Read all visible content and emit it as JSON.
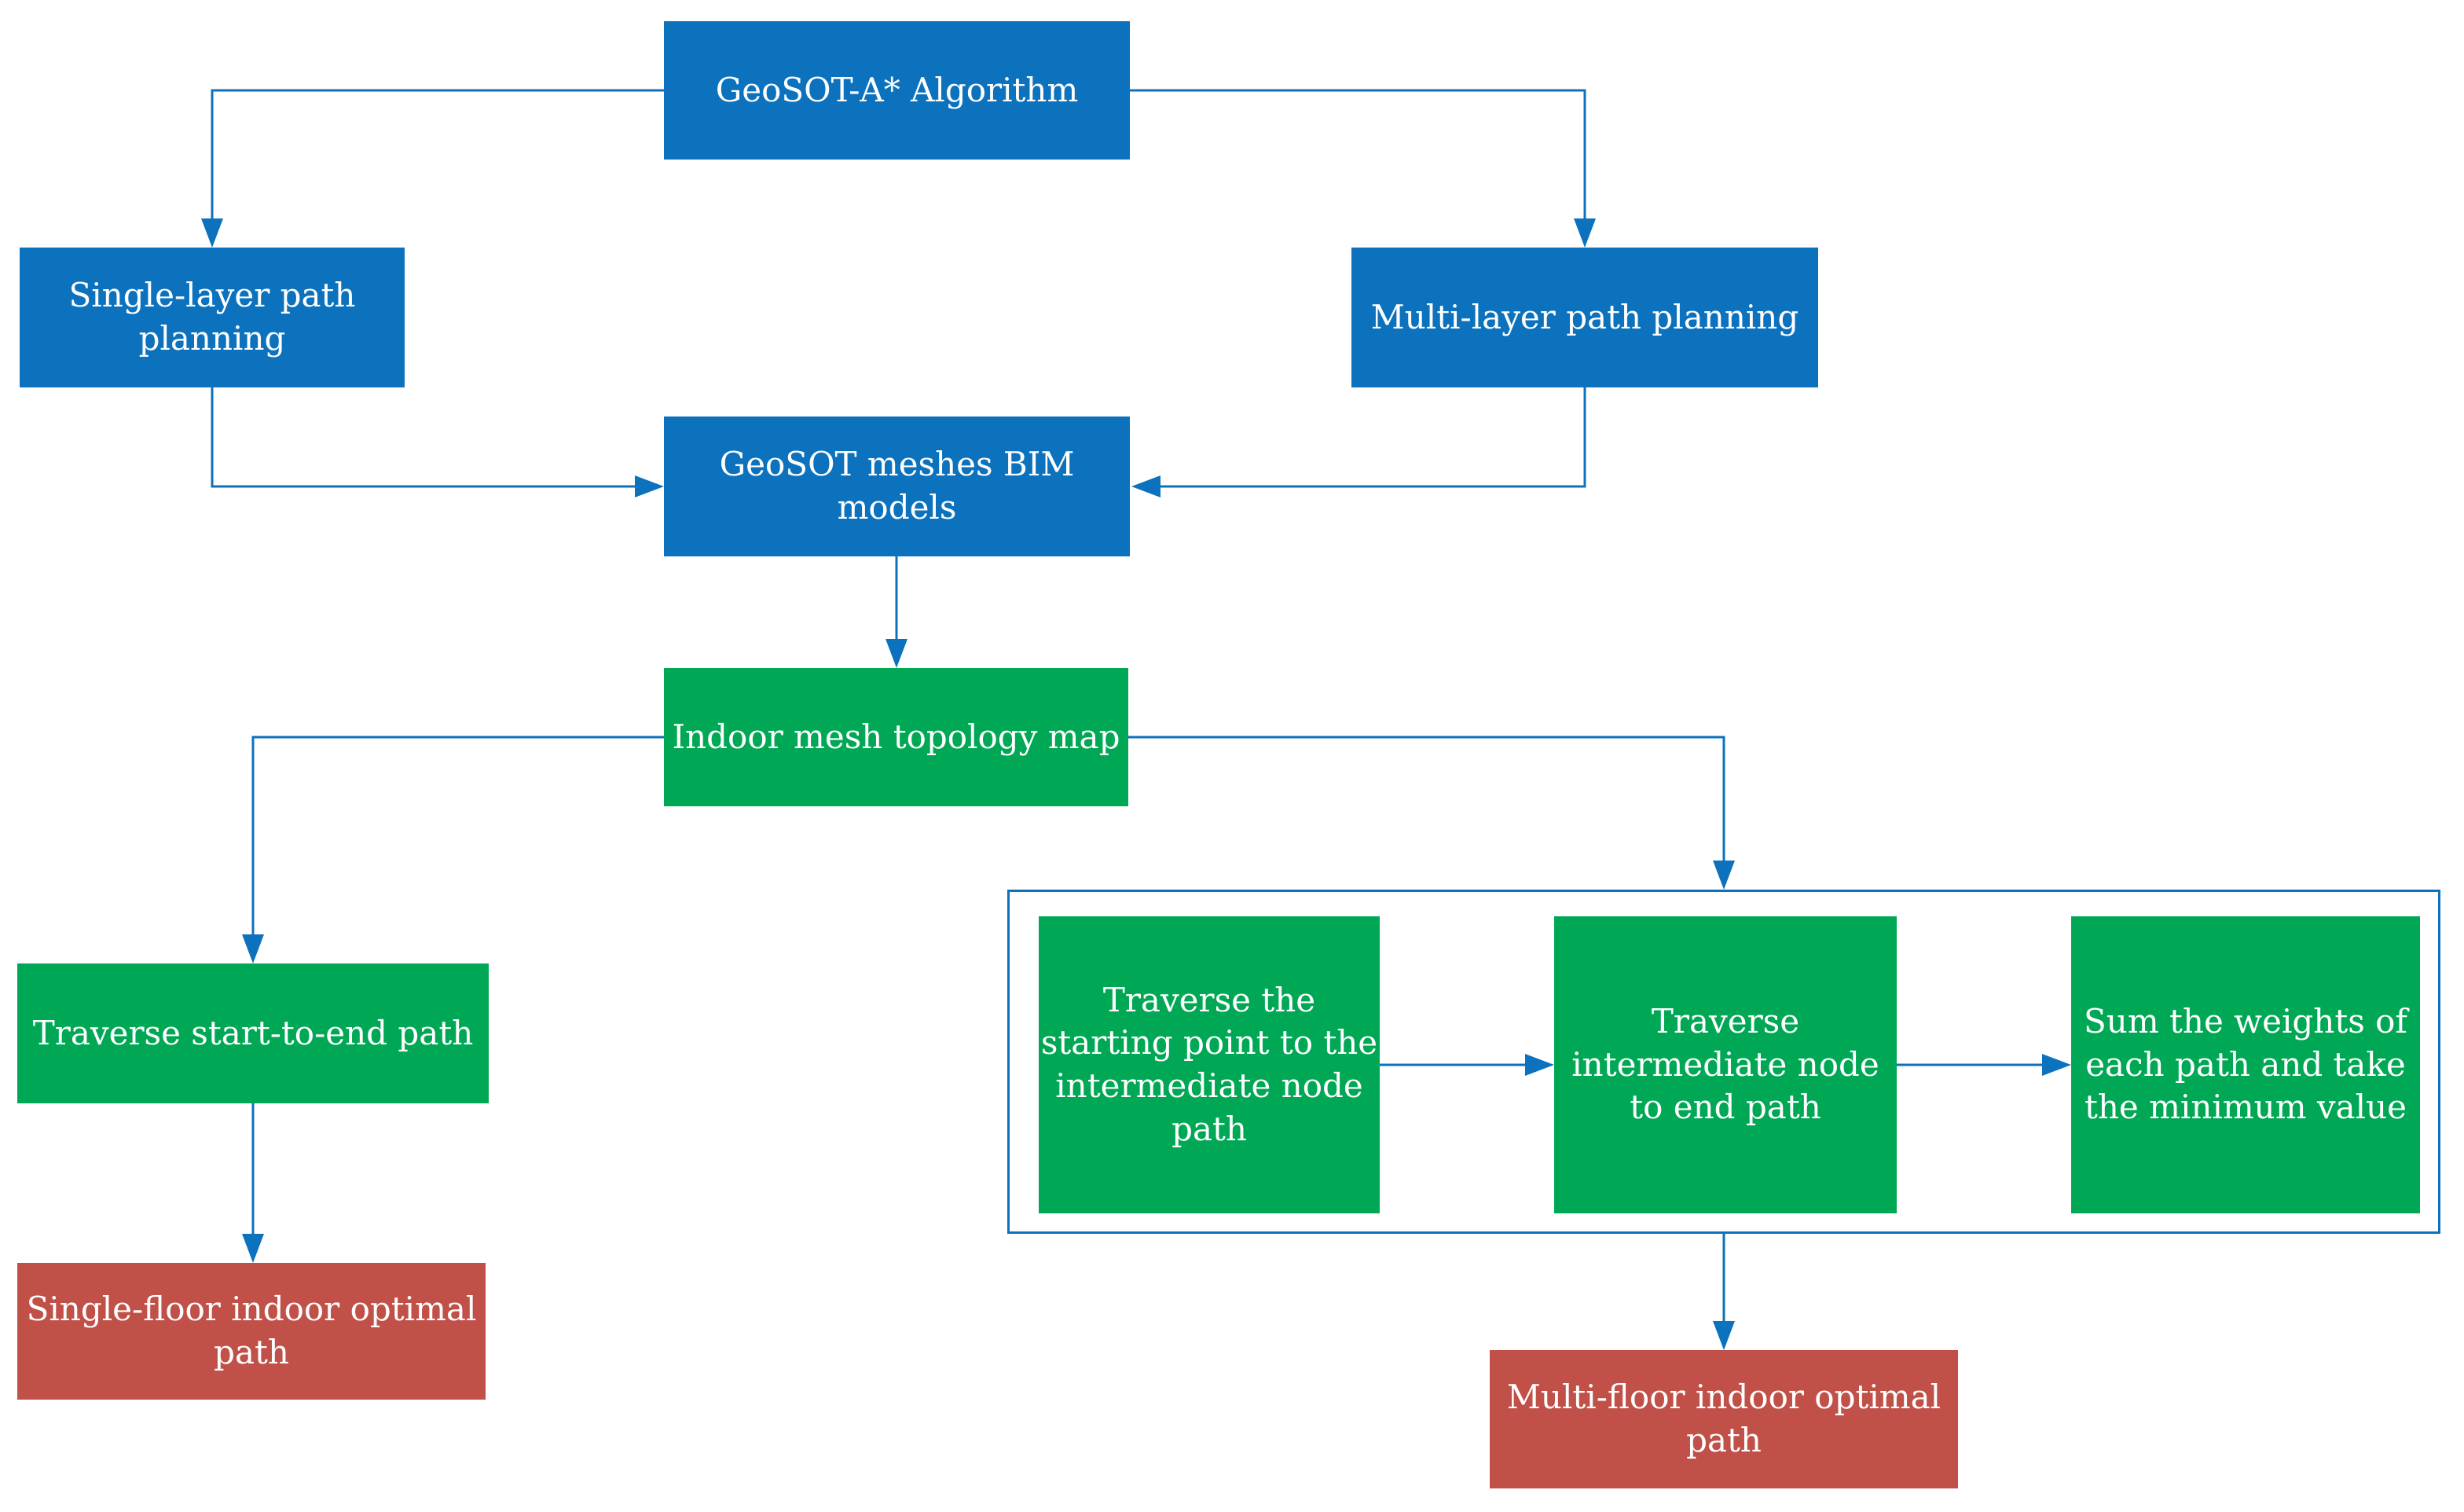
{
  "diagram": {
    "colors": {
      "node_blue": "#0c72bd",
      "node_green": "#00a855",
      "node_red": "#c05048",
      "connector_blue": "#0c72bd",
      "text_white": "#ffffff",
      "background": "#ffffff"
    },
    "nodes": {
      "algorithm": {
        "lines": [
          "GeoSOT-A* Algorithm"
        ]
      },
      "single_layer": {
        "lines": [
          "Single-layer path",
          "planning"
        ]
      },
      "multi_layer": {
        "lines": [
          "Multi-layer path planning"
        ]
      },
      "bim_models": {
        "lines": [
          "GeoSOT meshes BIM",
          "models"
        ]
      },
      "topology_map": {
        "lines": [
          "Indoor mesh topology map"
        ]
      },
      "traverse_start_end": {
        "lines": [
          "Traverse start-to-end path"
        ]
      },
      "single_floor": {
        "lines": [
          "Single-floor indoor optimal",
          "path"
        ]
      },
      "traverse_start_intermediate": {
        "lines": [
          "Traverse the",
          "starting point to the",
          "intermediate node",
          "path"
        ]
      },
      "traverse_intermediate_end": {
        "lines": [
          "Traverse",
          "intermediate node",
          "to end path"
        ]
      },
      "sum_weights": {
        "lines": [
          "Sum the weights of",
          "each path and take",
          "the minimum value"
        ]
      },
      "multi_floor": {
        "lines": [
          "Multi-floor indoor optimal",
          "path"
        ]
      }
    },
    "edges": [
      {
        "from": "geosot-a-star-algorithm",
        "to": "single-layer-path-planning"
      },
      {
        "from": "geosot-a-star-algorithm",
        "to": "multi-layer-path-planning"
      },
      {
        "from": "single-layer-path-planning",
        "to": "geosot-meshes-bim-models"
      },
      {
        "from": "multi-layer-path-planning",
        "to": "geosot-meshes-bim-models"
      },
      {
        "from": "geosot-meshes-bim-models",
        "to": "indoor-mesh-topology-map"
      },
      {
        "from": "indoor-mesh-topology-map",
        "to": "traverse-start-to-end-path"
      },
      {
        "from": "indoor-mesh-topology-map",
        "to": "multi-layer-group"
      },
      {
        "from": "traverse-start-to-end-path",
        "to": "single-floor-indoor-optimal-path"
      },
      {
        "from": "traverse-starting-point-to-intermediate-node-path",
        "to": "traverse-intermediate-node-to-end-path"
      },
      {
        "from": "traverse-intermediate-node-to-end-path",
        "to": "sum-weights-take-minimum"
      },
      {
        "from": "multi-layer-group",
        "to": "multi-floor-indoor-optimal-path"
      }
    ]
  }
}
